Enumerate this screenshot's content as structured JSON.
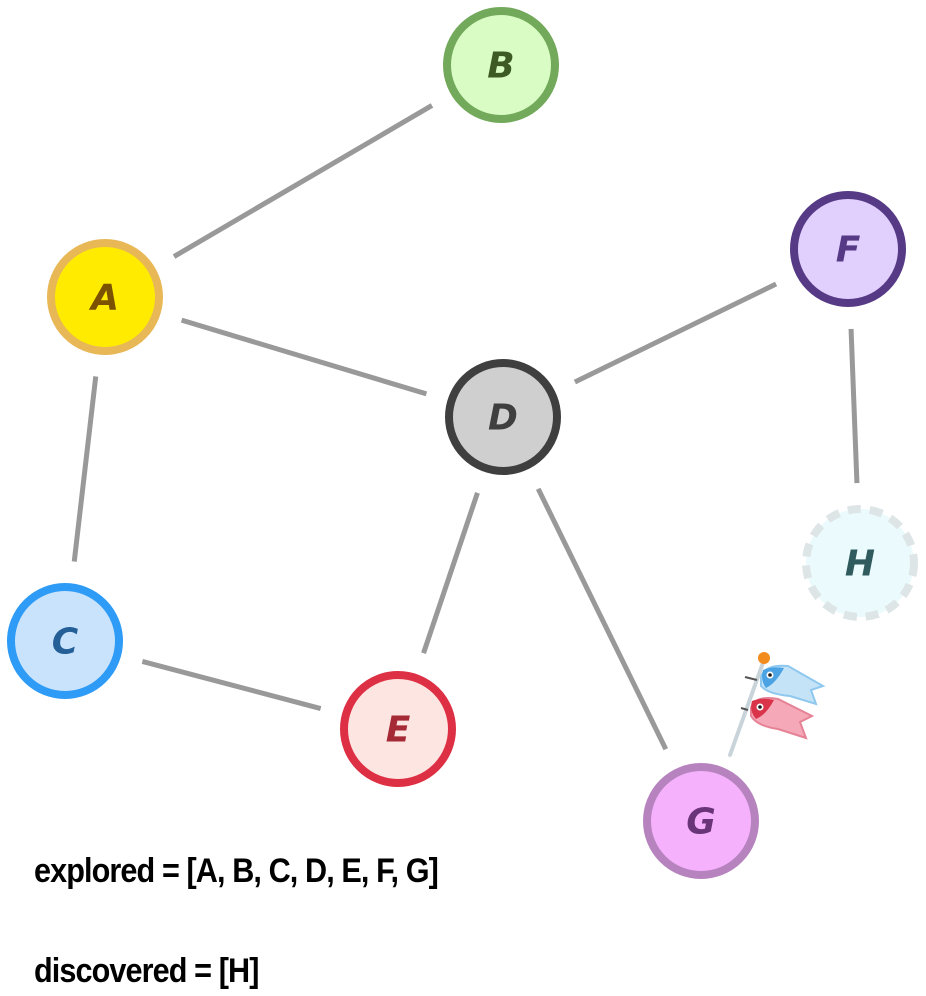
{
  "nodes": [
    {
      "id": "A",
      "label": "A",
      "fill": "#FFEB00",
      "stroke": "#E8B857",
      "label_color": "#7A5200",
      "dashed": false
    },
    {
      "id": "B",
      "label": "B",
      "fill": "#D8FCC4",
      "stroke": "#72A95A",
      "label_color": "#3D5A24",
      "dashed": false
    },
    {
      "id": "C",
      "label": "C",
      "fill": "#C9E3FD",
      "stroke": "#2E9BF6",
      "label_color": "#245F97",
      "dashed": false
    },
    {
      "id": "D",
      "label": "D",
      "fill": "#CFCFCF",
      "stroke": "#3F3F3F",
      "label_color": "#3F3F3F",
      "dashed": false
    },
    {
      "id": "E",
      "label": "E",
      "fill": "#FDE5E1",
      "stroke": "#DD3044",
      "label_color": "#A52A36",
      "dashed": false
    },
    {
      "id": "F",
      "label": "F",
      "fill": "#E1CFFD",
      "stroke": "#573A86",
      "label_color": "#573A86",
      "dashed": false
    },
    {
      "id": "G",
      "label": "G",
      "fill": "#F6B1FC",
      "stroke": "#B683BF",
      "label_color": "#6A3478",
      "dashed": false
    },
    {
      "id": "H",
      "label": "H",
      "fill": "#EBFAFC",
      "stroke": "#DDE5E6",
      "label_color": "#2F5A5E",
      "dashed": true
    }
  ],
  "edges": [
    [
      "A",
      "B"
    ],
    [
      "A",
      "D"
    ],
    [
      "A",
      "C"
    ],
    [
      "C",
      "E"
    ],
    [
      "D",
      "F"
    ],
    [
      "D",
      "E"
    ],
    [
      "D",
      "G"
    ],
    [
      "F",
      "H"
    ]
  ],
  "marker": {
    "node": "G",
    "icon": "koinobori-flag-icon",
    "colors": [
      "#F28C1E",
      "#8FC8EF",
      "#D9344A",
      "#F5A9B8"
    ]
  },
  "status": {
    "explored": "explored = [A, B, C, D, E, F, G]",
    "discovered": "discovered = [H]"
  }
}
